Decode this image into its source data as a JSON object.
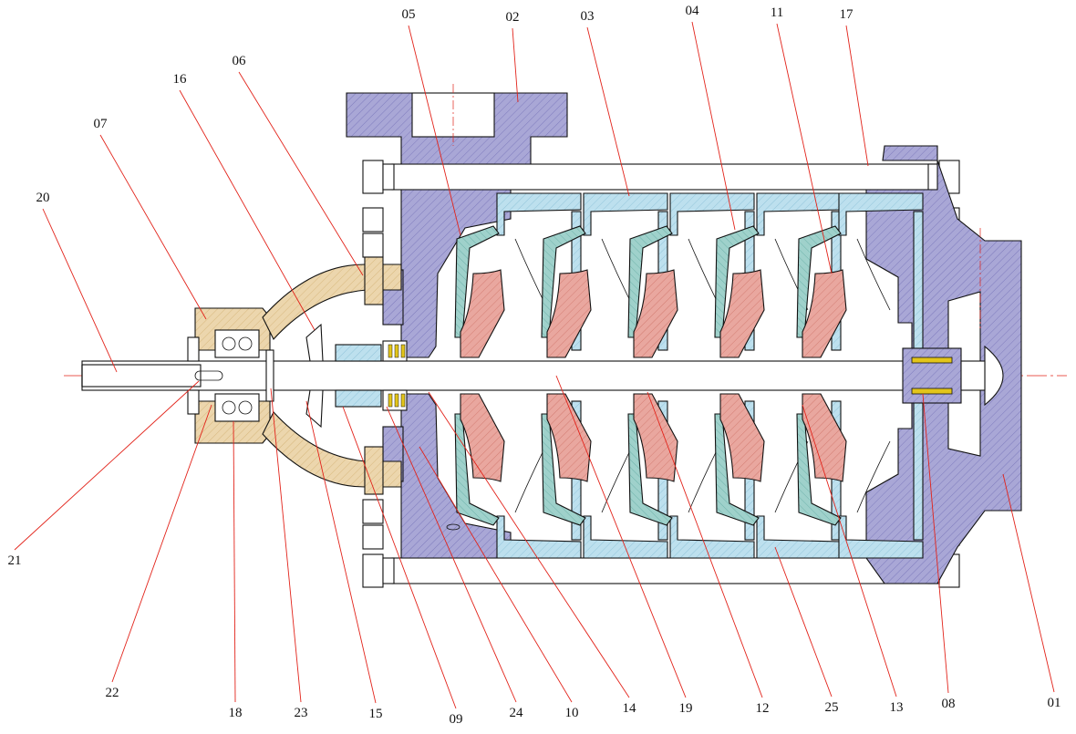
{
  "figure": {
    "palette": {
      "casing": "#a9a7d6",
      "diffuser": "#bde0ee",
      "guide": "#9fd1cb",
      "impeller": "#e9a79f",
      "bearing": "#ecd6ad",
      "bushing": "#e3c51a",
      "shaft": "#ffffff",
      "leader": "#e2231a"
    },
    "icons": [
      "pump-assembly-section-icon"
    ],
    "callouts": [
      {
        "id": "20",
        "text": "20"
      },
      {
        "id": "07",
        "text": "07"
      },
      {
        "id": "16",
        "text": "16"
      },
      {
        "id": "06",
        "text": "06"
      },
      {
        "id": "05",
        "text": "05"
      },
      {
        "id": "02",
        "text": "02"
      },
      {
        "id": "03",
        "text": "03"
      },
      {
        "id": "04",
        "text": "04"
      },
      {
        "id": "11",
        "text": "11"
      },
      {
        "id": "17",
        "text": "17"
      },
      {
        "id": "21",
        "text": "21"
      },
      {
        "id": "22",
        "text": "22"
      },
      {
        "id": "18",
        "text": "18"
      },
      {
        "id": "23",
        "text": "23"
      },
      {
        "id": "15",
        "text": "15"
      },
      {
        "id": "09",
        "text": "09"
      },
      {
        "id": "24",
        "text": "24"
      },
      {
        "id": "10",
        "text": "10"
      },
      {
        "id": "14",
        "text": "14"
      },
      {
        "id": "19",
        "text": "19"
      },
      {
        "id": "12",
        "text": "12"
      },
      {
        "id": "25",
        "text": "25"
      },
      {
        "id": "13",
        "text": "13"
      },
      {
        "id": "08",
        "text": "08"
      },
      {
        "id": "01",
        "text": "01"
      }
    ]
  }
}
